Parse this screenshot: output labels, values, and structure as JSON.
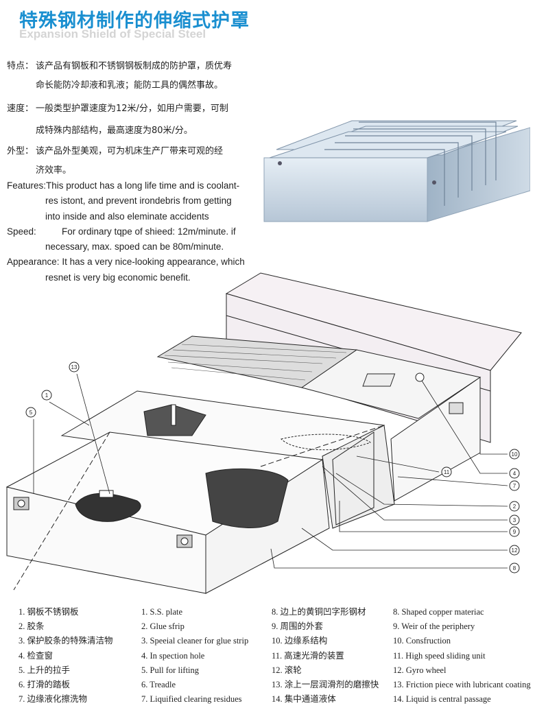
{
  "header": {
    "title": "特殊钢材制作的伸缩式护罩",
    "subtitle": "Expansion Shield of Special Steel"
  },
  "chinese_specs": [
    {
      "label": "特点：",
      "lines": [
        "该产品有钢板和不锈钢钢板制成的防护罩，质优寿",
        "命长能防冷却液和乳液；能防工具的偶然事故。"
      ]
    },
    {
      "label": "速度：",
      "lines": [
        "一般类型护罩速度为12米/分，如用户需要，可制",
        "成特殊内部结构，最高速度为80米/分。"
      ]
    },
    {
      "label": "外型：",
      "lines": [
        "该产品外型美观，可为机床生产厂带来可观的经",
        "济效率。"
      ]
    }
  ],
  "english_specs": [
    {
      "label": "Features:",
      "lines": [
        "This product has a long life time and is coolant-",
        "res istont, and prevent irondebris from getting",
        "into inside and also eleminate accidents"
      ]
    },
    {
      "label": "Speed:",
      "lines": [
        "For ordinary tqpe of shieed: 12m/minute. if",
        "necessary, max. spoed can be 80m/minute."
      ]
    },
    {
      "label": "Appearance:",
      "lines": [
        "It has a very nice-looking appearance, which",
        "resnet is very big economic benefit."
      ]
    }
  ],
  "callouts": [
    "1",
    "2",
    "3",
    "4",
    "5",
    "7",
    "8",
    "9",
    "10",
    "11",
    "12",
    "13"
  ],
  "legend": {
    "cn_left": [
      "1. 钢板不锈钢板",
      "2. 胶条",
      "3. 保护胶条的特殊清洁物",
      "4. 检查窗",
      "5. 上升的拉手",
      "6. 打滑的踏板",
      "7. 边缘液化擦洗物"
    ],
    "en_left": [
      "1. S.S. plate",
      "2. Glue sfrip",
      "3. Speeial cleaner for glue strip",
      "4. In spection hole",
      "5. Pull for lifting",
      "6. Treadle",
      "7. Liquified clearing residues"
    ],
    "cn_right": [
      "8. 边上的黄铜凹字形钢材",
      "9. 周围的外套",
      "10. 边缘系结构",
      "11. 高速光滑的装置",
      "12. 滚轮",
      "13. 涂上一层润滑剂的磨擦快",
      "14. 集中通道液体"
    ],
    "en_right": [
      "8. Shaped copper materiac",
      "9. Weir of the periphery",
      "10. Consfruction",
      "11. High speed sliding unit",
      "12. Gyro wheel",
      "13. Friction piece with lubricant coating",
      "14. Liquid is central passage"
    ]
  },
  "colors": {
    "title": "#1a8fd0",
    "subtitle": "#d4d4d4",
    "steel": "#c9d6e3"
  }
}
